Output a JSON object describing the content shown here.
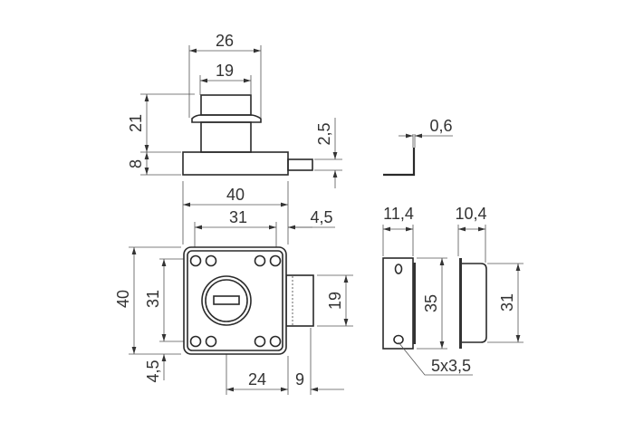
{
  "top_view": {
    "d_outer_width": "26",
    "d_inner_width": "19",
    "d_height_knob": "21",
    "d_height_base": "8",
    "d_bolt": "2,5"
  },
  "front_view": {
    "d_width": "40",
    "d_hole_spacing_h": "31",
    "d_bolt_offset": "4,5",
    "d_height": "40",
    "d_hole_spacing_v": "31",
    "d_bottom_offset": "4,5",
    "d_bolt_height": "19",
    "d_center": "24",
    "d_bolt_throw": "9"
  },
  "angle": {
    "d_thickness": "0,6"
  },
  "strike_plate": {
    "d_width": "11,4",
    "d_height": "35",
    "d_slot": "5x3,5"
  },
  "bracket": {
    "d_width": "10,4",
    "d_height": "31"
  }
}
